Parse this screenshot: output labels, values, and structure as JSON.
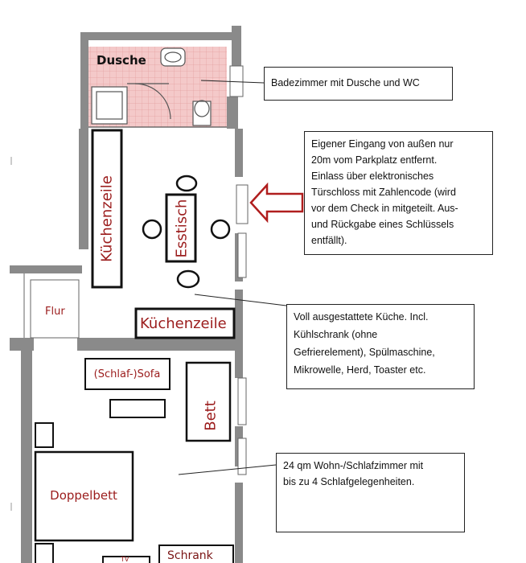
{
  "rooms": {
    "dusche": "Dusche",
    "kuechenzeile_vertical": "Küchenzeile",
    "esstisch": "Esstisch",
    "flur": "Flur",
    "kuechenzeile_horizontal": "Küchenzeile",
    "sofa": "(Schlaf-)Sofa",
    "bett": "Bett",
    "doppelbett": "Doppelbett",
    "schrank": "Schrank",
    "tv": "TV"
  },
  "notes": {
    "bathroom": [
      "Badezimmer mit Dusche und WC"
    ],
    "entrance": [
      "Eigener Eingang von außen nur",
      "20m vom Parkplatz entfernt.",
      "Einlass über elektronisches",
      "Türschloss mit Zahlencode (wird",
      "vor dem Check in mitgeteilt. Aus-",
      "und  Rückgabe eines Schlüssels",
      "entfällt)."
    ],
    "kitchen": [
      "Voll ausgestattete Küche. Incl.",
      "Kühlschrank (ohne",
      "Gefrierelement), Spülmaschine,",
      "Mikrowelle, Herd, Toaster etc."
    ],
    "living": [
      "24 qm Wohn-/Schlafzimmer mit",
      "bis zu 4 Schlafgelegenheiten."
    ]
  },
  "colors": {
    "label_red": "#9b1c1c",
    "bathroom_tile": "#f3c4c4",
    "wall": "#7a7a7a",
    "arrow": "#b01e1e"
  }
}
